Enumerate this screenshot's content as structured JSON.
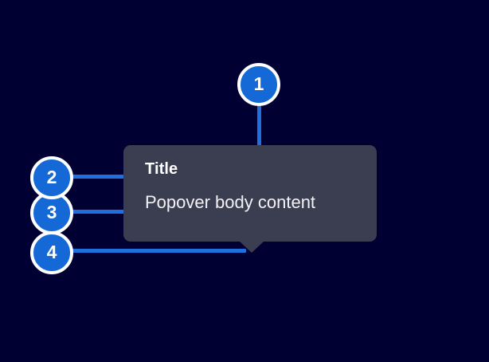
{
  "page": {
    "background_color": "#000033",
    "title": "Popover anatomy diagram"
  },
  "popover": {
    "background_color": "#3b3e51",
    "title": "Title",
    "body": "Popover body content",
    "arrow": "popover-arrow-down"
  },
  "callouts": [
    {
      "number": "1",
      "target": "popover-container",
      "color": "#1569d6"
    },
    {
      "number": "2",
      "target": "popover-title",
      "color": "#1569d6"
    },
    {
      "number": "3",
      "target": "popover-body",
      "color": "#1569d6"
    },
    {
      "number": "4",
      "target": "popover-arrow",
      "color": "#1569d6"
    }
  ],
  "connectors": {
    "line_color": "#1f6fdd"
  }
}
